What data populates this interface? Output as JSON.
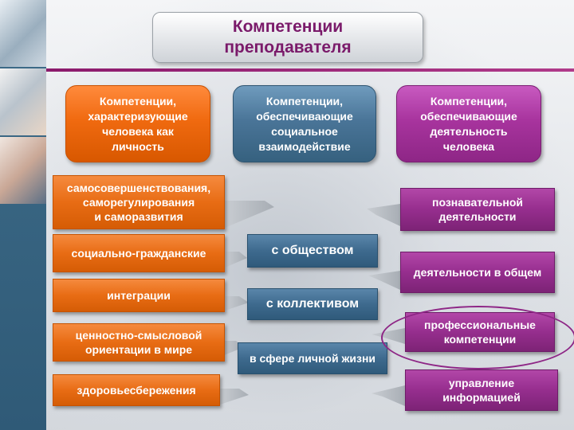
{
  "title": "Компетенции\nпреподавателя",
  "headers": [
    "Компетенции,\nхарактеризующие\nчеловека как\nличность",
    "Компетенции,\nобеспечивающие\nсоциальное\nвзаимодействие",
    "Компетенции,\nобеспечивающие\nдеятельность\nчеловека"
  ],
  "left_items": [
    "самосовершенствования,\nсаморегулирования\nи саморазвития",
    "социально-гражданские",
    "интеграции",
    "ценностно-смысловой\nориентации в мире",
    "здоровьесбережения"
  ],
  "middle_items": [
    "с обществом",
    "с коллективом",
    "в сфере личной жизни"
  ],
  "right_items": [
    "познавательной\nдеятельности",
    "деятельности в общем",
    "профессиональные\nкомпетенции",
    "управление\nинформацией"
  ],
  "colors": {
    "personality": "#e86c14",
    "social": "#3e6a8e",
    "activity": "#962e8e",
    "title_text": "#7a1a6a"
  },
  "highlighted_item": "профессиональные\nкомпетенции"
}
